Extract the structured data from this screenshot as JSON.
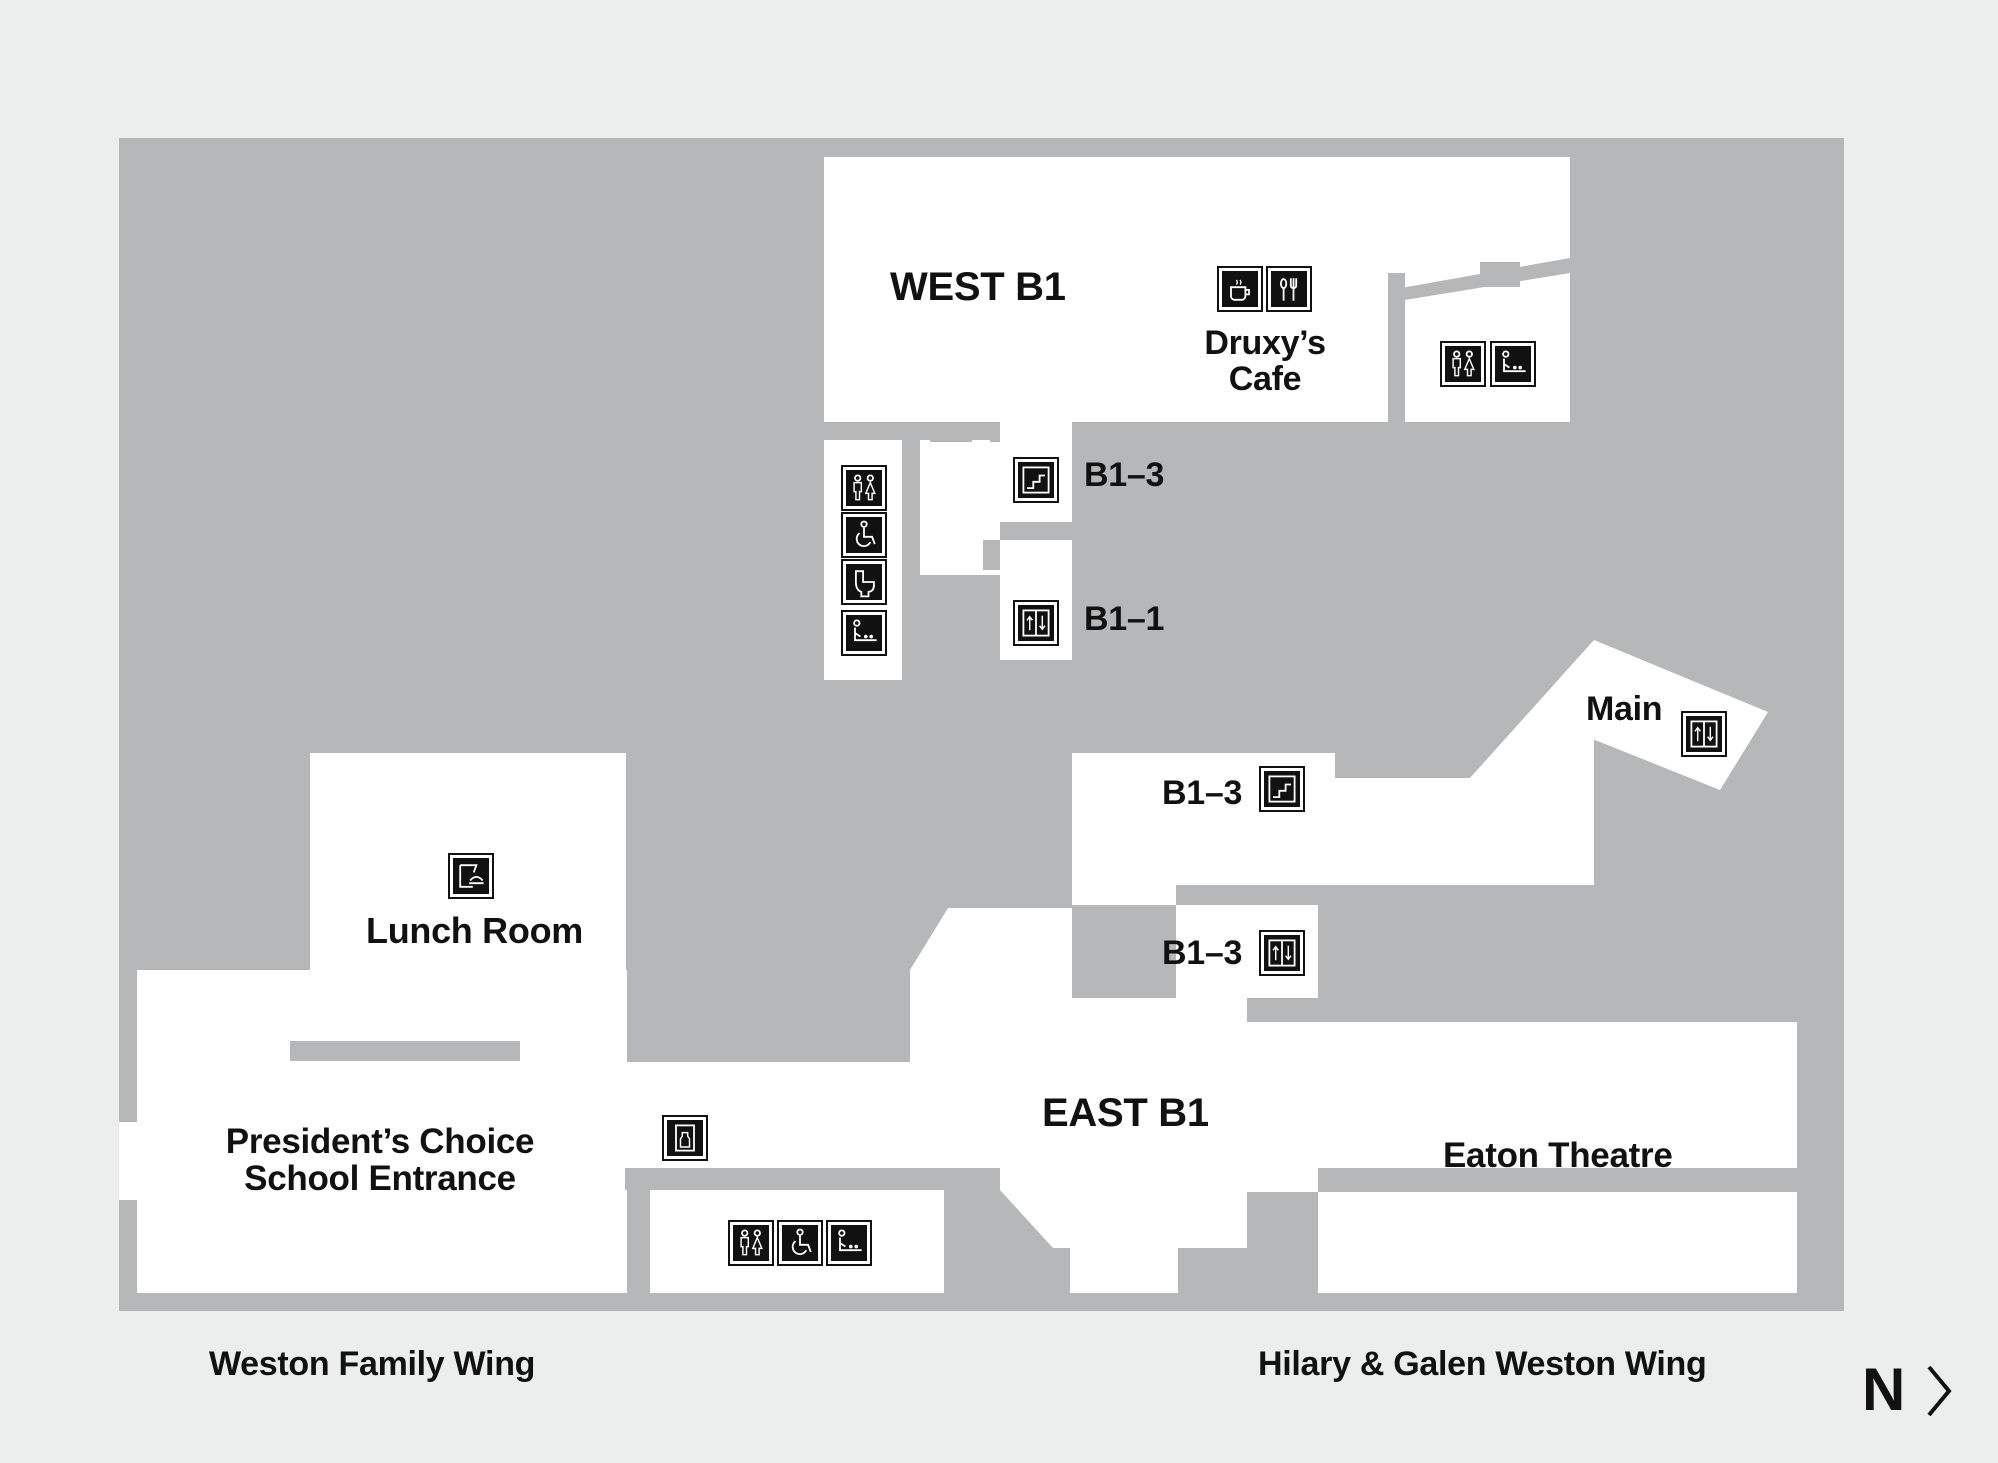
{
  "rooms": {
    "west_b1": "WEST B1",
    "druxys_cafe_line1": "Druxy’s",
    "druxys_cafe_line2": "Cafe",
    "lunch_room": "Lunch Room",
    "presidents_choice_line1": "President’s Choice",
    "presidents_choice_line2": "School Entrance",
    "east_b1": "EAST B1",
    "eaton_theatre": "Eaton Theatre"
  },
  "vertical_access": {
    "west_stairs": "B1–3",
    "west_elevator": "B1–1",
    "east_stairs": "B1–3",
    "east_elevator": "B1–3",
    "main_elevator": "Main"
  },
  "wings": {
    "left": "Weston Family Wing",
    "right": "Hilary & Galen Weston Wing"
  },
  "compass": {
    "label": "N"
  },
  "icons": [
    "coffee-icon",
    "restaurant-icon",
    "washroom-icon",
    "baby-change-icon",
    "accessible-icon",
    "toilet-icon",
    "stairs-icon",
    "elevator-icon",
    "lunch-room-icon",
    "water-bottle-fill-icon"
  ],
  "colors": {
    "background": "#eceeed",
    "building": "#b6b7b9",
    "corridor": "#ffffff",
    "icon": "#111111"
  }
}
